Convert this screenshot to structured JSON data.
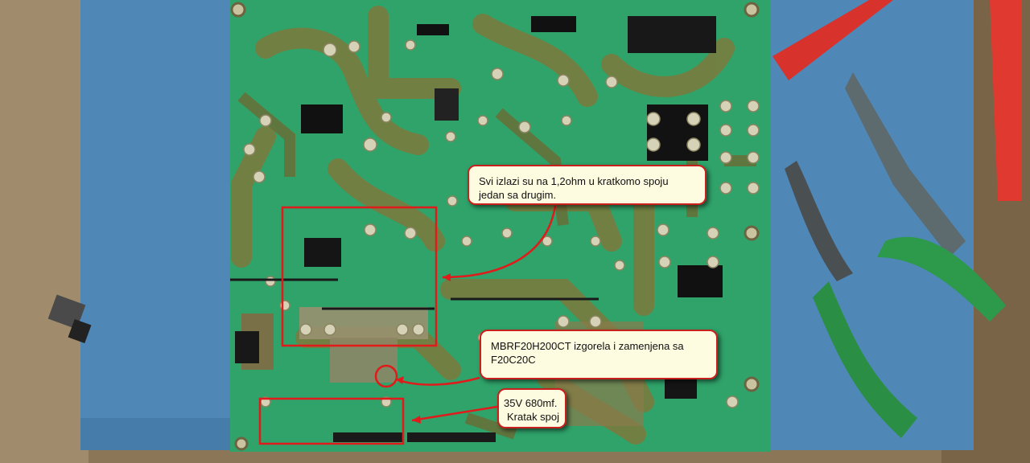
{
  "photo": {
    "subject": "power supply circuit board with annotations",
    "colors": {
      "pcb": "#2fa36a",
      "mat": "#4f87b6",
      "highlight": "#e01b1b",
      "callout_bg": "#fdfbe0"
    }
  },
  "callouts": [
    {
      "line1": "Svi izlazi su na 1,2ohm u kratkomo spoju",
      "line2": "jedan sa drugim."
    },
    {
      "line1": "MBRF20H200CT izgorela i zamenjena sa",
      "line2": "F20C20C"
    },
    {
      "line1": "35V 680mf.",
      "line2": "Kratak spoj"
    }
  ]
}
